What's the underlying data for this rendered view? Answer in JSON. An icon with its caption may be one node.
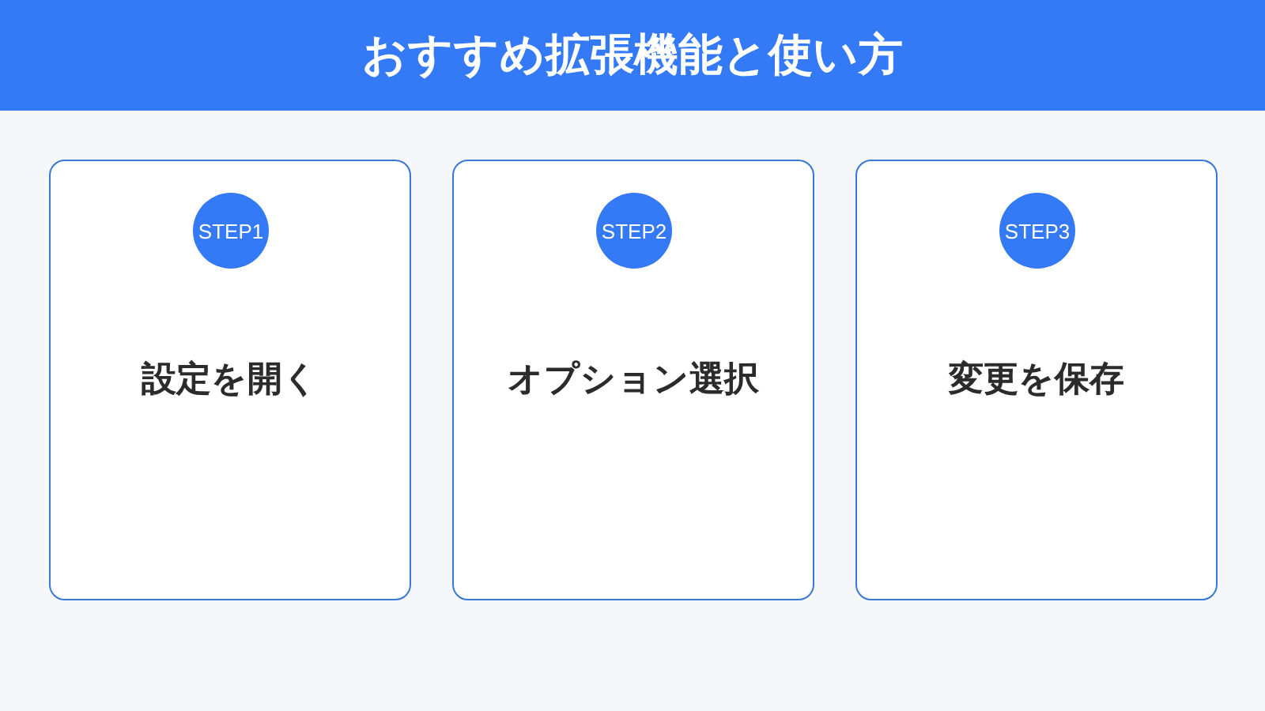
{
  "diagram": {
    "title": "おすすめ拡張機能と使い方",
    "nodes": [
      {
        "text": [
          "設定を開く"
        ]
      },
      {
        "text": [
          "STEP1"
        ],
        "in": 0
      },
      {
        "text": [
          "オプション選択"
        ]
      },
      {
        "text": [
          "STEP2"
        ],
        "in": 2
      },
      {
        "text": [
          "変更を保存"
        ]
      },
      {
        "text": [
          "STEP3"
        ],
        "in": 4
      }
    ]
  }
}
